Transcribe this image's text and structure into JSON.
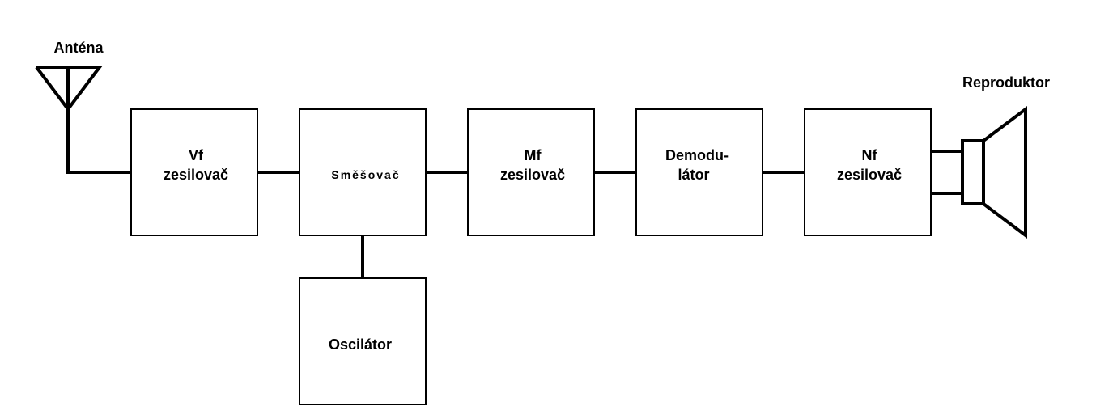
{
  "diagram": {
    "antenna_label": "Anténa",
    "speaker_label": "Reproduktor",
    "blocks": {
      "vf": {
        "line1": "Vf",
        "line2": "zesilovač"
      },
      "smesovac": {
        "line1": "Směšovač"
      },
      "mf": {
        "line1": "Mf",
        "line2": "zesilovač"
      },
      "demodulator": {
        "line1": "Demodu-",
        "line2": "látor"
      },
      "nf": {
        "line1": "Nf",
        "line2": "zesilovač"
      },
      "oscilator": {
        "line1": "Oscilátor"
      }
    },
    "colors": {
      "stroke": "#000000",
      "background": "#ffffff"
    }
  }
}
